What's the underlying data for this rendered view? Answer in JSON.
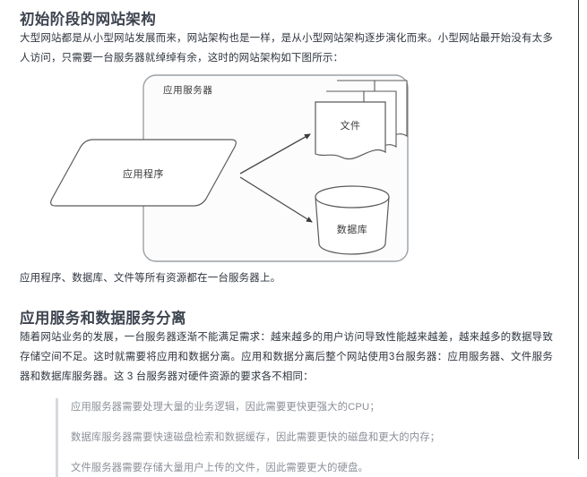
{
  "document": {
    "sections": [
      {
        "id": "initial-stage",
        "heading": "初始阶段的网站架构",
        "paragraph": "大型网站都是从小型网站发展而来，网站架构也是一样，是从小型网站架构逐步演化而来。小型网站最开始没有太多人访问，只需要一台服务器就绰绰有余，这时的网站架构如下图所示："
      },
      {
        "id": "separation",
        "heading": "应用服务和数据服务分离",
        "paragraph": "随着网站业务的发展，一台服务器逐渐不能满足需求：越来越多的用户访问导致性能越来越差，越来越多的数据导致存储空间不足。这时就需要将应用和数据分离。应用和数据分离后整个网站使用3台服务器：应用服务器、文件服务器和数据库服务器。这 3 台服务器对硬件资源的要求各不相同："
      }
    ],
    "figure_caption": "应用程序、数据库、文件等所有资源都在一台服务器上。",
    "quote_items": [
      "应用服务器需要处理大量的业务逻辑，因此需要更快更强大的CPU；",
      "数据库服务器需要快速磁盘检索和数据缓存，因此需要更快的磁盘和更大的内存；",
      "文件服务器需要存储大量用户上传的文件，因此需要更大的硬盘。"
    ]
  },
  "diagram": {
    "container_label": "应用服务器",
    "nodes": [
      {
        "id": "app",
        "label": "应用程序",
        "shape": "parallelogram"
      },
      {
        "id": "files",
        "label": "文件",
        "shape": "document-stack"
      },
      {
        "id": "database",
        "label": "数据库",
        "shape": "cylinder"
      }
    ],
    "edges": [
      {
        "from": "app",
        "to": "files",
        "arrow": "end"
      },
      {
        "from": "app",
        "to": "database",
        "arrow": "end"
      }
    ],
    "colors": {
      "stroke": "#5a5a5a",
      "container_stroke": "#9aa0a6",
      "container_fill": "#fcfcfc",
      "node_fill": "#ffffff"
    }
  },
  "style": {
    "heading_color": "#3d4450",
    "body_color": "#2f3640",
    "quote_color": "#8b9097",
    "quote_bar_color": "#d7d9dc",
    "page_rule_color": "#2c2c2c"
  }
}
